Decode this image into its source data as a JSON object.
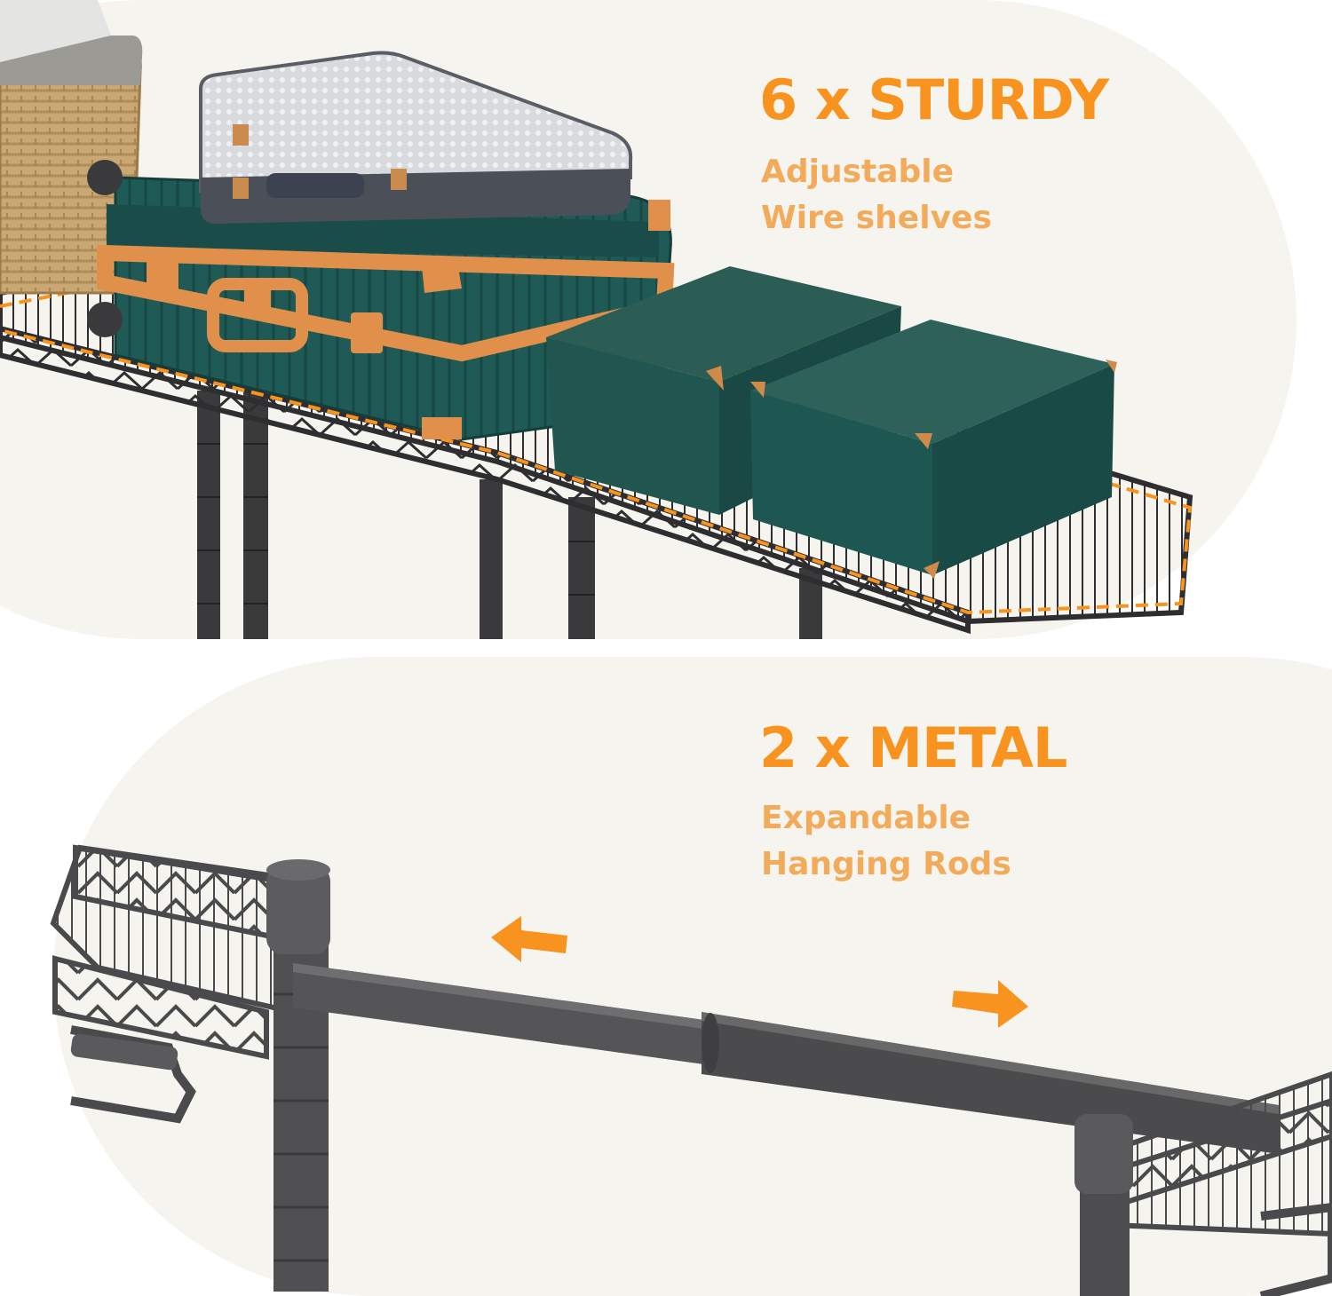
{
  "top_panel": {
    "headline": "6 x STURDY",
    "subline_1": "Adjustable",
    "subline_2": "Wire shelves"
  },
  "bottom_panel": {
    "headline": "2 x METAL",
    "subline_1": "Expandable",
    "subline_2": "Hanging Rods"
  },
  "colors": {
    "accent": "#f7931e",
    "sub_accent": "#f2ab5a",
    "background": "#f6f4ee",
    "shelf_metal": "#3a3a3c",
    "teal": "#1f5a56",
    "copper": "#e0904a"
  },
  "icons": [
    "arrow-left-icon",
    "arrow-right-icon"
  ]
}
